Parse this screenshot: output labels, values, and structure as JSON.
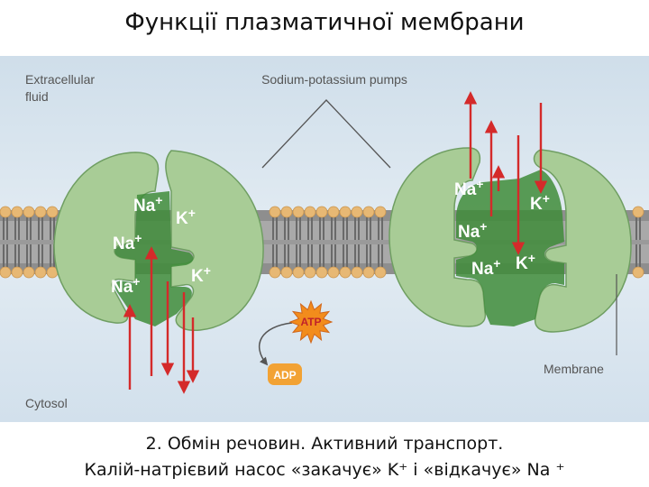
{
  "slide": {
    "title": "Функції плазматичної мембрани",
    "caption_line1": "2. Обмін речовин. Активний транспорт.",
    "caption_line2": "Калій-натрієвий насос «закачує» K⁺ і «відкачує» Na ⁺"
  },
  "figure": {
    "labels": {
      "extracellular_line1": "Extracellular",
      "extracellular_line2": "fluid",
      "pumps": "Sodium-potassium pumps",
      "membrane": "Membrane",
      "cytosol": "Cytosol"
    },
    "molecules": {
      "atp": "ATP",
      "adp": "ADP"
    },
    "ions": {
      "sodium_symbol": "Na",
      "potassium_symbol": "K",
      "charge": "+"
    }
  },
  "colors": {
    "extracellular_bg": "#d6e3ee",
    "cytosol_bg": "#dbe6f0",
    "protein_fill": "#a8cc96",
    "protein_dark": "#3f8c3a",
    "arrow_red": "#d42a2a",
    "lipid_head": "#e7b874",
    "atp_star": "#f28c1c",
    "adp_badge": "#f2a234"
  }
}
